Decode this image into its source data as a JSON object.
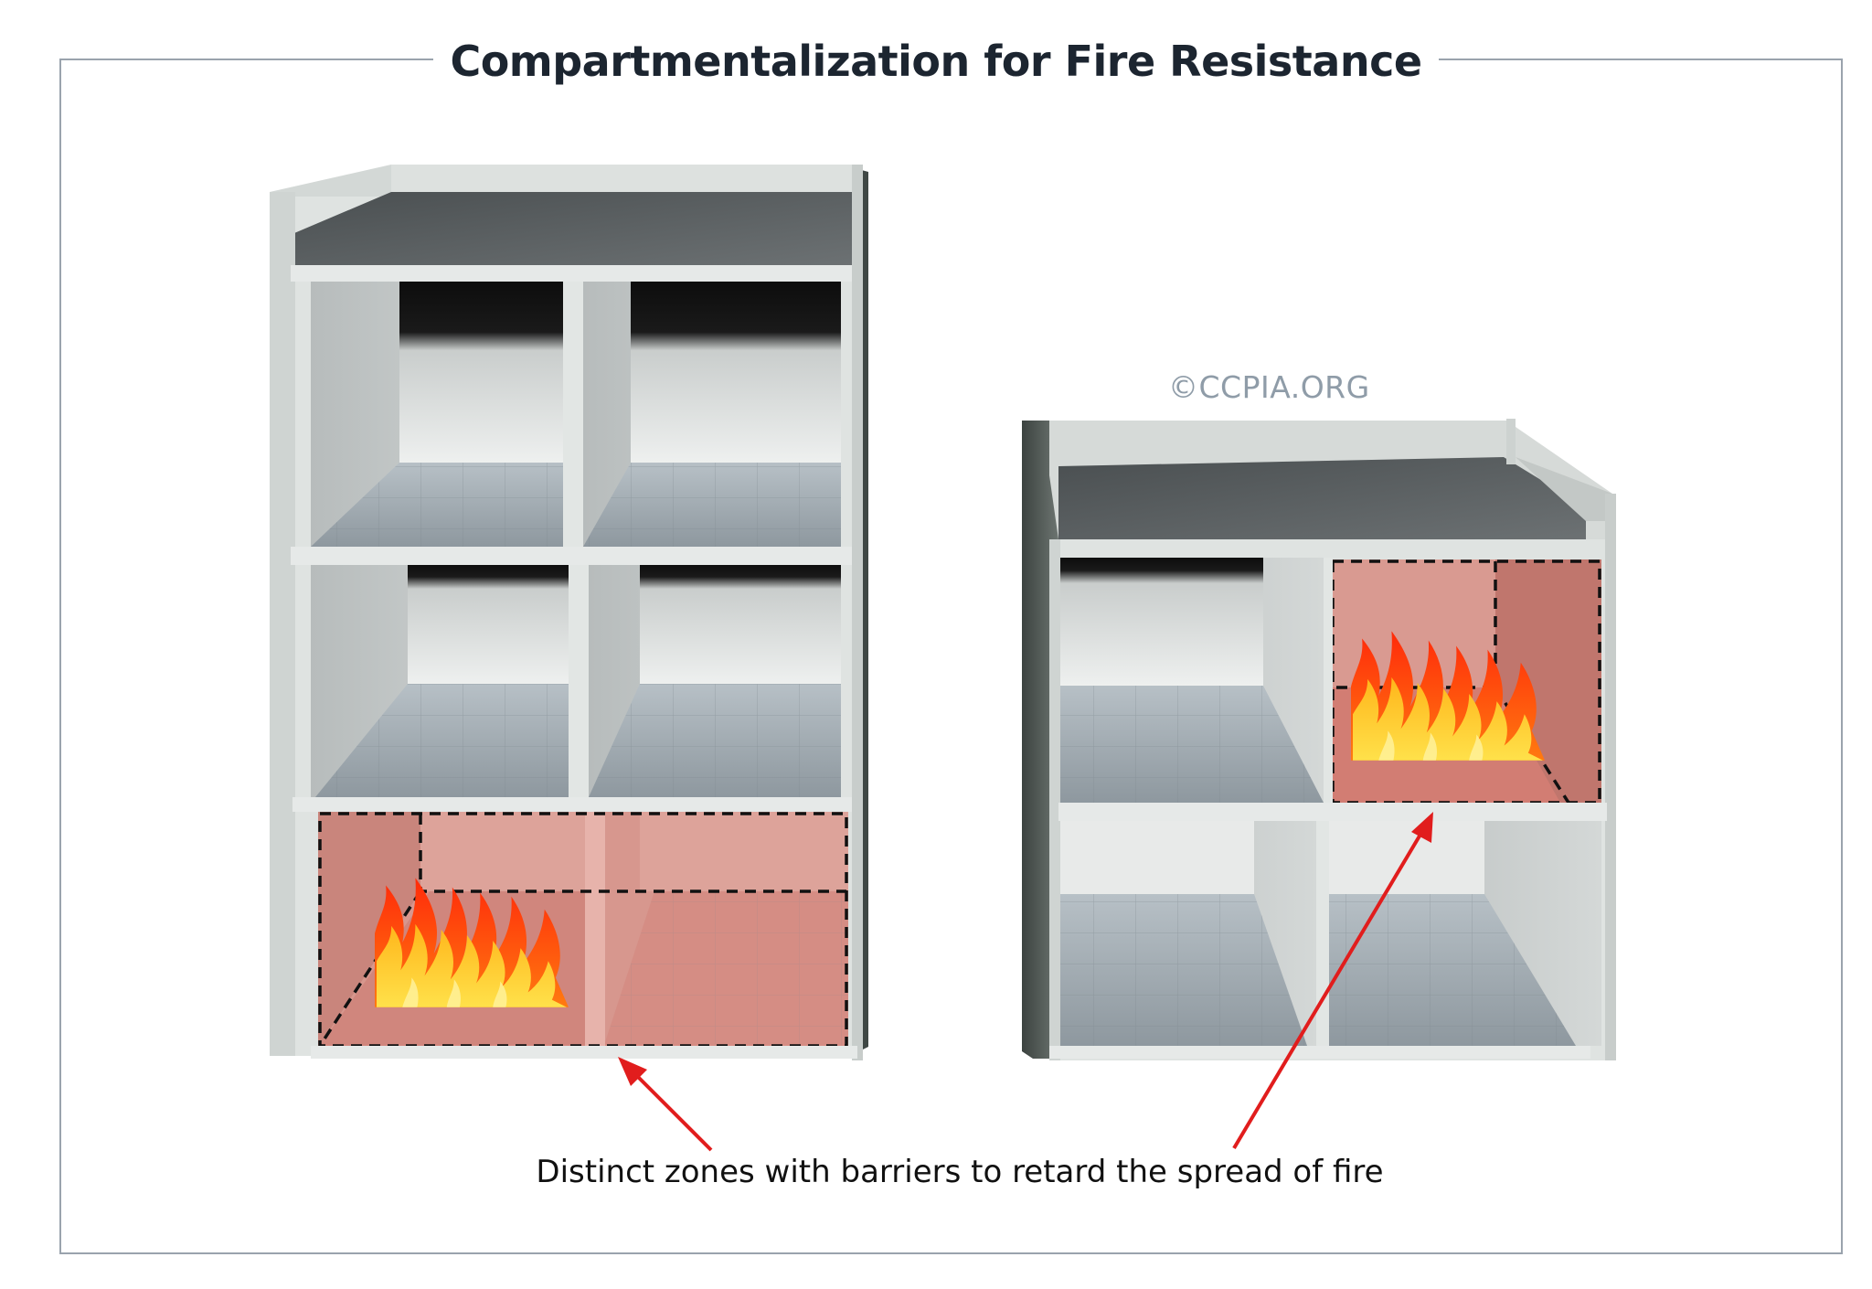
{
  "title": "Compartmentalization for Fire Resistance",
  "watermark": "©CCPIA.ORG",
  "caption": "Distinct zones with barriers to retard the spread of fire",
  "colors": {
    "frame": "#9aa3ad",
    "wall": "#dfe3e1",
    "roof": "#5c6163",
    "fire_zone": "#d98a80",
    "arrow": "#e11d1d",
    "flame_outer": "#ff3a12",
    "flame_inner": "#ffd21a"
  },
  "icons": [
    "flame-icon",
    "arrow-icon"
  ]
}
